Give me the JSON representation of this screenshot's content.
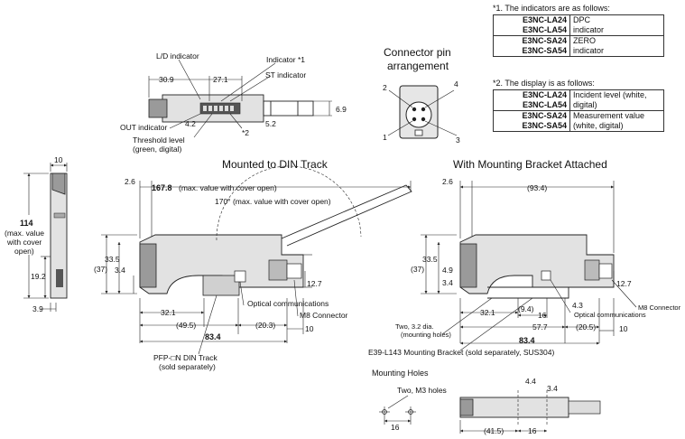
{
  "notes": {
    "note1": {
      "title": "*1.  The indicators are as follows:",
      "rows": [
        {
          "models": [
            "E3NC-LA24",
            "E3NC-LA54"
          ],
          "desc": [
            "DPC",
            "indicator"
          ]
        },
        {
          "models": [
            "E3NC-SA24",
            "E3NC-SA54"
          ],
          "desc": [
            "ZERO",
            "indicator"
          ]
        }
      ]
    },
    "note2": {
      "title": "*2.  The display is as follows:",
      "rows": [
        {
          "models": [
            "E3NC-LA24",
            "E3NC-LA54"
          ],
          "desc": [
            "Incident level (white,",
            "digital)"
          ]
        },
        {
          "models": [
            "E3NC-SA24",
            "E3NC-SA54"
          ],
          "desc": [
            "Measurement value",
            "(white, digital)"
          ]
        }
      ]
    }
  },
  "top_view": {
    "labels": {
      "ld": "L/D indicator",
      "indicator": "Indicator *1",
      "st": "ST indicator",
      "out": "OUT indicator",
      "threshold1": "Threshold level",
      "threshold2": "(green, digital)",
      "star2": "*2"
    },
    "dims": {
      "d309": "30.9",
      "d271": "27.1",
      "d42": "4.2",
      "d52": "5.2",
      "d69": "6.9"
    }
  },
  "connector": {
    "title1": "Connector pin",
    "title2": "arrangement",
    "pins": [
      "1",
      "2",
      "3",
      "4"
    ]
  },
  "side_view": {
    "d10": "10",
    "d114": "114",
    "max1": "(max. value",
    "max2": "with cover",
    "max3": "open)",
    "d192": "19.2",
    "d39": "3.9"
  },
  "din": {
    "title": "Mounted to DIN Track",
    "d26": "2.6",
    "d1678": "167.8",
    "d1678_note": "(max. value with cover open)",
    "angle": "170° (max. value with cover open)",
    "d335": "33.5",
    "d37": "(37)",
    "d34": "3.4",
    "d127": "12.7",
    "optical": "Optical communications",
    "m8": "M8 Connector",
    "d321": "32.1",
    "d495": "(49.5)",
    "d203": "(20.3)",
    "d10": "10",
    "d834": "83.4",
    "pfp1": "PFP-□N DIN Track",
    "pfp2": "(sold separately)"
  },
  "bracket": {
    "title": "With Mounting Bracket Attached",
    "d26": "2.6",
    "d934": "(93.4)",
    "d335": "33.5",
    "d37": "(37)",
    "d49": "4.9",
    "d34": "3.4",
    "d94": "(9.4)",
    "d127": "12.7",
    "d43": "4.3",
    "optical": "Optical communications",
    "m8": "M8 Connector",
    "d321": "32.1",
    "d16": "16",
    "d577": "57.7",
    "d205": "(20.5)",
    "d10": "10",
    "d834": "83.4",
    "holes1": "Two, 3.2 dia.",
    "holes2": "(mounting holes)",
    "e39": "E39-L143 Mounting Bracket (sold separately, SUS304)"
  },
  "mounting_holes": {
    "title": "Mounting Holes",
    "m3": "Two, M3 holes",
    "d16": "16",
    "d44": "4.4",
    "d34": "3.4",
    "d415": "(41.5)",
    "d16b": "16"
  }
}
